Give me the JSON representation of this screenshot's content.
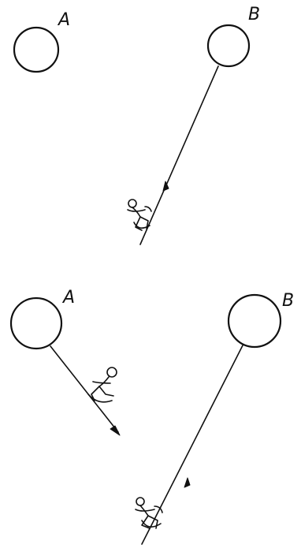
{
  "panels": [
    {
      "circles": [
        {
          "label": "A"
        },
        {
          "label": "B"
        }
      ]
    },
    {
      "circles": [
        {
          "label": "A"
        },
        {
          "label": "B"
        }
      ]
    }
  ],
  "colors": {
    "ink": "#111111",
    "background": "#ffffff"
  }
}
